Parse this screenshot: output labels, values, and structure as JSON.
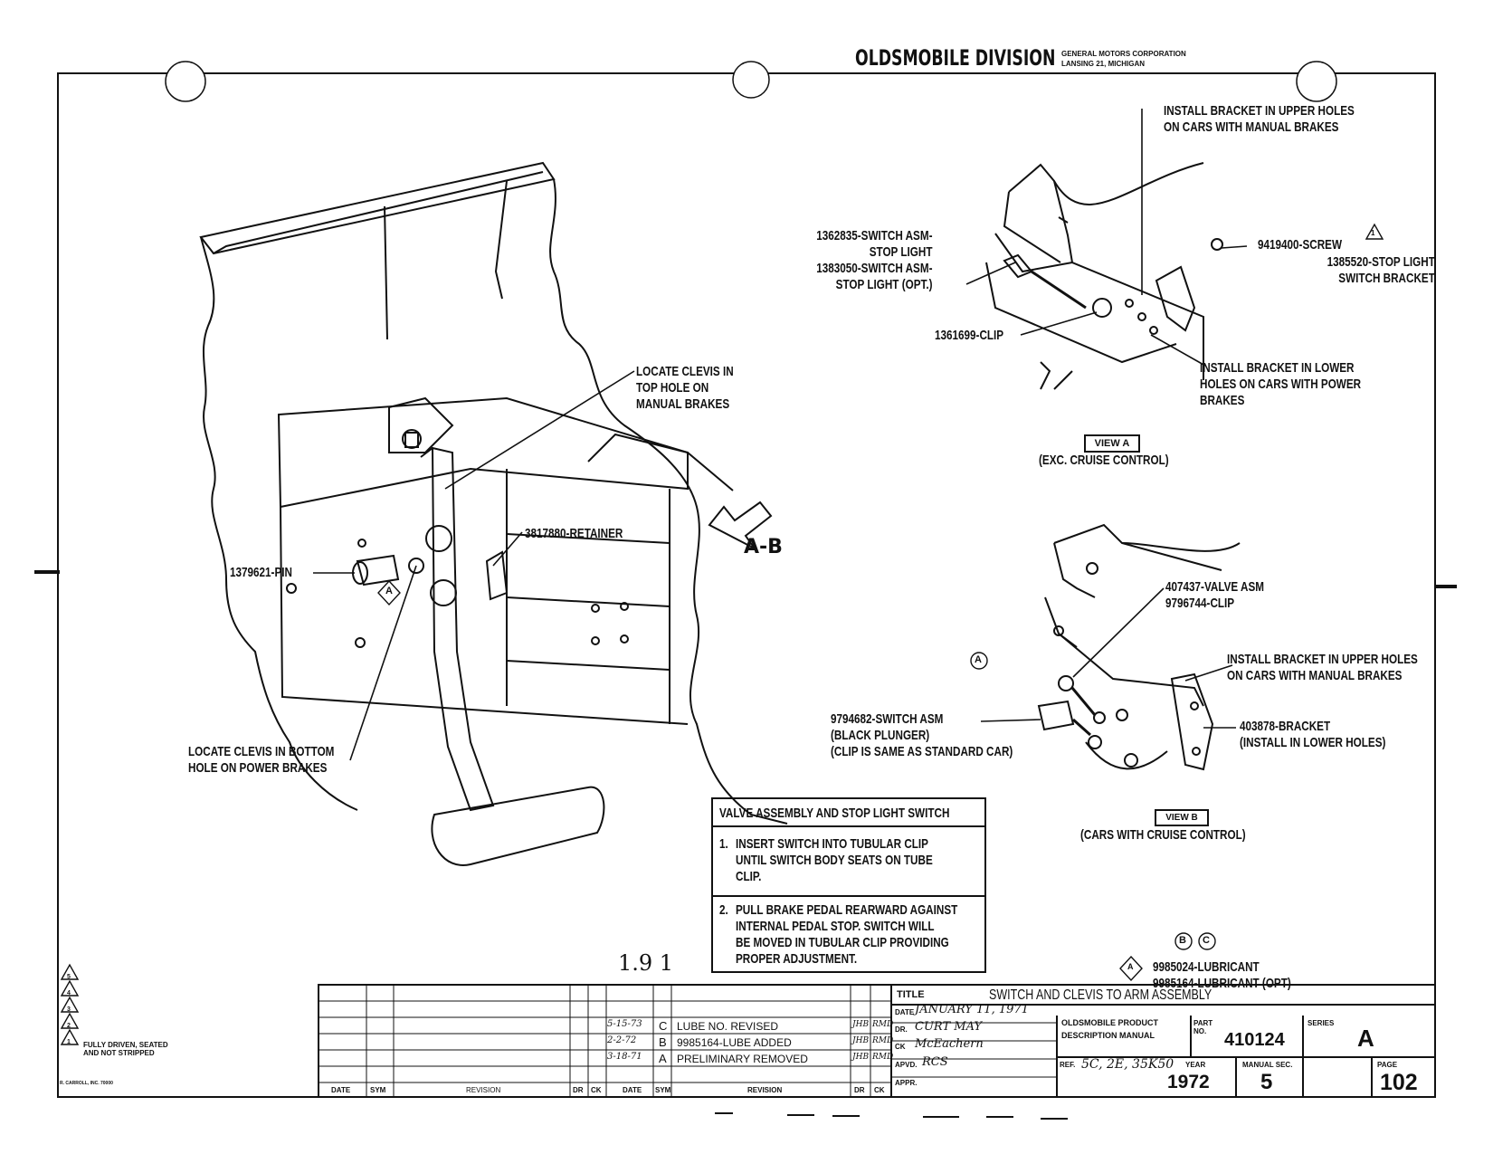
{
  "header": {
    "division": "OLDSMOBILE DIVISION",
    "corp_line1": "GENERAL MOTORS CORPORATION",
    "corp_line2": "LANSING 21, MICHIGAN"
  },
  "main_view": {
    "callout_clevis_top": [
      "LOCATE CLEVIS IN",
      "TOP HOLE ON",
      "MANUAL BRAKES"
    ],
    "callout_clevis_bottom": [
      "LOCATE CLEVIS IN BOTTOM",
      "HOLE ON POWER BRAKES"
    ],
    "retainer": "3817880-RETAINER",
    "pin": "1379621-PIN",
    "marker_a": "A",
    "view_arrow": "A-B"
  },
  "view_a": {
    "bracket_upper": [
      "INSTALL BRACKET IN UPPER HOLES",
      "ON CARS WITH MANUAL BRAKES"
    ],
    "switch_lines": [
      "1362835-SWITCH ASM-",
      "STOP LIGHT",
      "1383050-SWITCH ASM-",
      "STOP LIGHT (OPT.)"
    ],
    "screw": "9419400-SCREW",
    "screw_marker": "1",
    "bracket_part": [
      "1385520-STOP LIGHT",
      "SWITCH BRACKET"
    ],
    "clip": "1361699-CLIP",
    "bracket_lower": [
      "INSTALL BRACKET IN LOWER",
      "HOLES ON CARS WITH POWER",
      "BRAKES"
    ],
    "view_label": "VIEW A",
    "caption": "(EXC. CRUISE CONTROL)"
  },
  "view_b": {
    "valve": "407437-VALVE ASM",
    "clip": "9796744-CLIP",
    "bracket_upper": [
      "INSTALL BRACKET IN UPPER HOLES",
      "ON CARS WITH MANUAL BRAKES"
    ],
    "switch": [
      "9794682-SWITCH ASM",
      "(BLACK PLUNGER)",
      "(CLIP IS SAME AS STANDARD CAR)"
    ],
    "bracket": [
      "403878-BRACKET",
      "(INSTALL IN LOWER HOLES)"
    ],
    "circle_a": "A",
    "view_label": "VIEW B",
    "caption": "(CARS WITH CRUISE CONTROL)"
  },
  "instructions": {
    "title": "VALVE ASSEMBLY AND STOP LIGHT SWITCH",
    "step1_num": "1.",
    "step1": [
      "INSERT SWITCH INTO TUBULAR CLIP",
      "UNTIL SWITCH BODY SEATS ON TUBE",
      "CLIP."
    ],
    "step2_num": "2.",
    "step2": [
      "PULL BRAKE PEDAL REARWARD AGAINST",
      "INTERNAL PEDAL STOP.  SWITCH WILL",
      "BE MOVED IN TUBULAR CLIP PROVIDING",
      "PROPER ADJUSTMENT."
    ]
  },
  "lubricant": {
    "circles": [
      "B",
      "C"
    ],
    "marker": "A",
    "lines": [
      "9985024-LUBRICANT",
      "9985164-LUBRICANT (OPT)"
    ]
  },
  "handwritten_number": "1.9 1",
  "legend": {
    "marks": [
      "5",
      "4",
      "3",
      "2",
      "1"
    ],
    "note": [
      "FULLY DRIVEN, SEATED",
      "AND NOT STRIPPED"
    ],
    "printer": "R. CARROLL, INC. 70000"
  },
  "revisions": [
    {
      "date": "5-15-73",
      "sym": "C",
      "text": "LUBE NO. REVISED",
      "dr": "JHB",
      "ck": "RMD"
    },
    {
      "date": "2-2-72",
      "sym": "B",
      "text": "9985164-LUBE ADDED",
      "dr": "JHB",
      "ck": "RMD"
    },
    {
      "date": "3-18-71",
      "sym": "A",
      "text": "PRELIMINARY REMOVED",
      "dr": "JHB",
      "ck": "RMD"
    }
  ],
  "rev_headers": {
    "date": "DATE",
    "sym": "SYM",
    "revision": "REVISION",
    "dr": "DR",
    "ck": "CK"
  },
  "title_block": {
    "title_label": "TITLE",
    "title": "SWITCH AND CLEVIS TO ARM ASSEMBLY",
    "date_label": "DATE",
    "date": "JANUARY 11, 1971",
    "dr_label": "DR.",
    "dr": "CURT MAY",
    "ck_label": "CK",
    "ck": "McEachern",
    "apvd_label": "APVD.",
    "apvd": "RCS",
    "appr_label": "APPR.",
    "product_line1": "OLDSMOBILE PRODUCT",
    "product_line2": "DESCRIPTION MANUAL",
    "ref_label": "REF.",
    "ref": "5C, 2E, 35K50",
    "part_label": "PART NO.",
    "part_no": "410124",
    "series_label": "SERIES",
    "series": "A",
    "year_label": "YEAR",
    "year": "1972",
    "manual_label": "MANUAL SEC.",
    "manual_sec": "5",
    "page_label": "PAGE",
    "page": "102"
  }
}
